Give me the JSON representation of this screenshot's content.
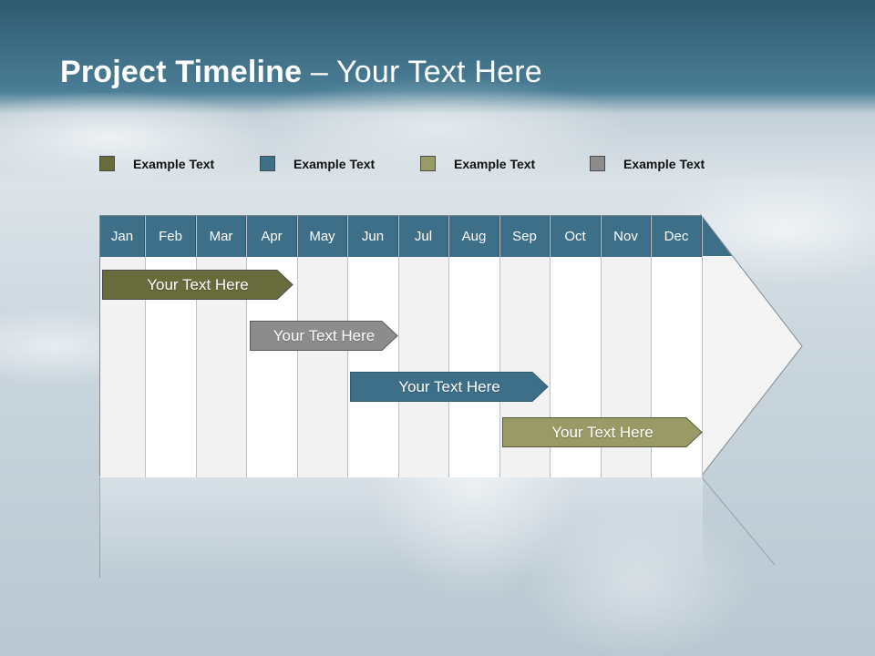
{
  "title": {
    "bold": "Project Timeline",
    "rest": " – Your Text Here"
  },
  "legend": [
    {
      "label": "Example Text",
      "color": "#686b3c"
    },
    {
      "label": "Example Text",
      "color": "#3d6f89"
    },
    {
      "label": "Example Text",
      "color": "#9a9a67"
    },
    {
      "label": "Example Text",
      "color": "#8c8c8c"
    }
  ],
  "months": [
    "Jan",
    "Feb",
    "Mar",
    "Apr",
    "May",
    "Jun",
    "Jul",
    "Aug",
    "Sep",
    "Oct",
    "Nov",
    "Dec"
  ],
  "bars": [
    {
      "label": "Your  Text Here",
      "color": "#686b3c"
    },
    {
      "label": "Your  Text Here",
      "color": "#8c8c8c"
    },
    {
      "label": "Your  Text Here",
      "color": "#3d6f89"
    },
    {
      "label": "Your  Text Here",
      "color": "#9a9a67"
    }
  ],
  "colors": {
    "header": "#3d6f89",
    "title": "#ffffff"
  }
}
